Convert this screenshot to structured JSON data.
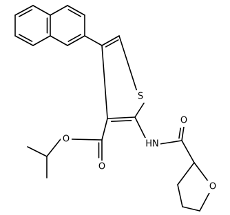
{
  "molecule": {
    "atom_labels": {
      "sulfur": "S",
      "amide_nitrogen": "HN",
      "amide_oxygen": "O",
      "ester_carbonyl_oxygen": "O",
      "ester_ether_oxygen": "O",
      "ring_oxygen": "O"
    },
    "bonds": [
      {
        "id": "nap-1",
        "order": 1
      },
      {
        "id": "nap-2",
        "order": 2
      },
      {
        "id": "nap-3",
        "order": 1
      },
      {
        "id": "nap-4",
        "order": 2
      },
      {
        "id": "nap-5",
        "order": 1
      },
      {
        "id": "nap-6",
        "order": 2
      },
      {
        "id": "nap-7",
        "order": 1
      },
      {
        "id": "nap-8",
        "order": 2
      },
      {
        "id": "nap-9",
        "order": 1
      },
      {
        "id": "nap-10",
        "order": 2
      },
      {
        "id": "nap-11",
        "order": 1
      },
      {
        "id": "link-nap-thio",
        "order": 1
      },
      {
        "id": "thio-1",
        "order": 2
      },
      {
        "id": "thio-2",
        "order": 1
      },
      {
        "id": "thio-3",
        "order": 1
      },
      {
        "id": "thio-4",
        "order": 2
      },
      {
        "id": "thio-5",
        "order": 1
      },
      {
        "id": "ester-1",
        "order": 1
      },
      {
        "id": "ester-2",
        "order": 2
      },
      {
        "id": "ester-3",
        "order": 1
      },
      {
        "id": "ester-4",
        "order": 1
      },
      {
        "id": "ipr-1",
        "order": 1
      },
      {
        "id": "ipr-2",
        "order": 1
      },
      {
        "id": "amide-1",
        "order": 1
      },
      {
        "id": "amide-2",
        "order": 1
      },
      {
        "id": "amide-3",
        "order": 2
      },
      {
        "id": "amide-4",
        "order": 1
      },
      {
        "id": "thf-1",
        "order": 1
      },
      {
        "id": "thf-2",
        "order": 1
      },
      {
        "id": "thf-3",
        "order": 1
      },
      {
        "id": "thf-4",
        "order": 1
      },
      {
        "id": "thf-5",
        "order": 1
      }
    ]
  }
}
